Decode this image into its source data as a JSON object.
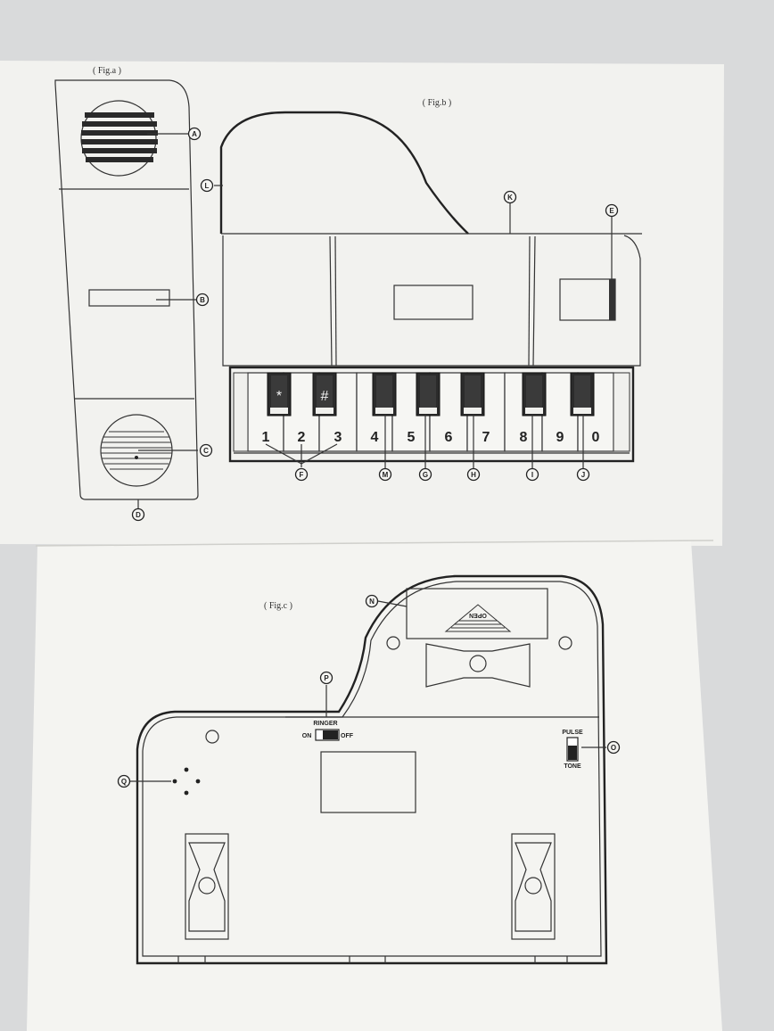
{
  "figures": {
    "fig_a": "( Fig.a )",
    "fig_b": "( Fig.b )",
    "fig_c": "( Fig.c )"
  },
  "callouts": {
    "A": "A",
    "B": "B",
    "C": "C",
    "D": "D",
    "E": "E",
    "F": "F",
    "G": "G",
    "H": "H",
    "I": "I",
    "J": "J",
    "K": "K",
    "L": "L",
    "M": "M",
    "N": "N",
    "O": "O",
    "P": "P",
    "Q": "Q"
  },
  "keypad": {
    "white_keys": [
      "1",
      "2",
      "3",
      "4",
      "5",
      "6",
      "7",
      "8",
      "9",
      "0"
    ],
    "black_keys": [
      "*",
      "#",
      "",
      "",
      "",
      "",
      ""
    ]
  },
  "battery_cover": {
    "label": "OPEN"
  },
  "ringer_switch": {
    "title": "RINGER",
    "on": "ON",
    "off": "OFF"
  },
  "dial_switch": {
    "top": "PULSE",
    "bottom": "TONE"
  },
  "colors": {
    "paper": "#f3f3f0",
    "ink": "#222222",
    "background": "#d9dadb"
  }
}
